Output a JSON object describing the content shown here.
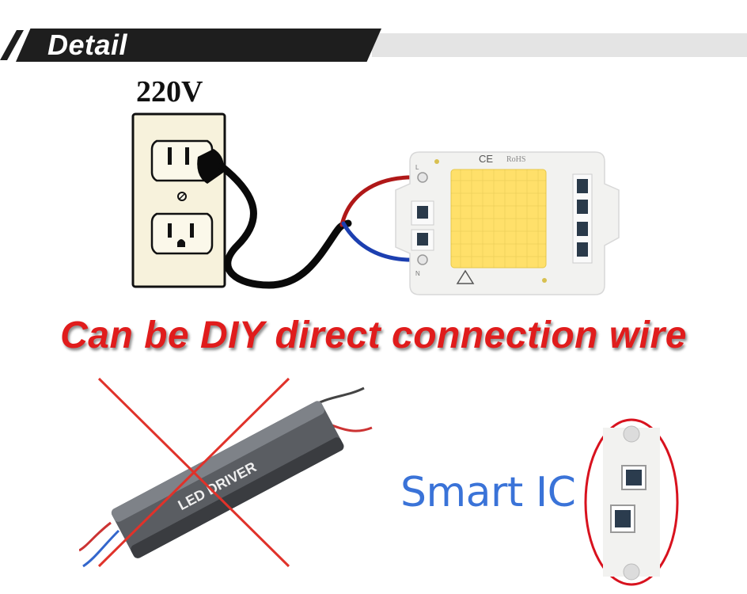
{
  "header": {
    "title": "Detail"
  },
  "outlet": {
    "voltage_label": "220V"
  },
  "cob_chip": {
    "marks": {
      "ce": "CE",
      "rohs": "RoHS",
      "l": "L",
      "n": "N"
    }
  },
  "headline": {
    "text": "Can be DIY direct connection wire"
  },
  "driver": {
    "label": "LED DRIVER",
    "crossed_out": true
  },
  "ic_callout": {
    "label": "Smart IC"
  },
  "colors": {
    "banner_dark": "#1e1e1e",
    "banner_light": "#e4e4e4",
    "headline_red": "#e01c1c",
    "smart_ic_blue": "#3a73d8",
    "cross_red": "#e0322a",
    "wire_red": "#b01818",
    "wire_blue": "#1c3fb0",
    "chip_yellow": "#ffe06a"
  }
}
